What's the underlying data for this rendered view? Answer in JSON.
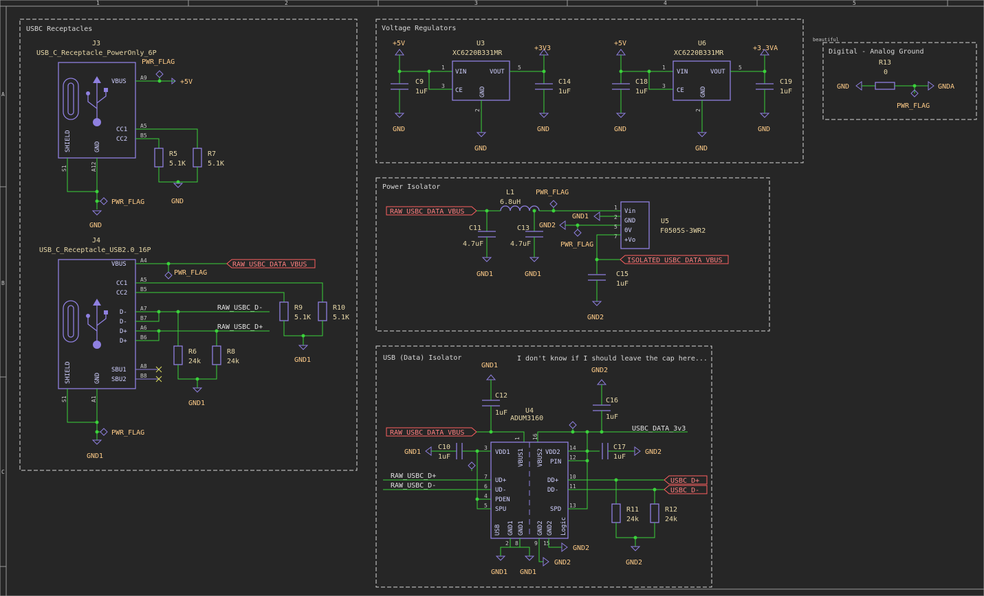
{
  "border": {
    "cols": [
      "1",
      "2",
      "3",
      "4",
      "5"
    ],
    "rows": [
      "A",
      "B",
      "C"
    ]
  },
  "sheets": {
    "usbc": "USBC Receptacles",
    "vreg": "Voltage Regulators",
    "piso": "Power Isolator",
    "diso": "USB (Data) Isolator",
    "dag": "Digital - Analog Ground"
  },
  "note_beautiful": "beautiful",
  "note_cap": "I don't know if I should leave the cap here...",
  "j3": {
    "ref": "J3",
    "val": "USB_C_Receptacle_PowerOnly_6P",
    "vbus": "VBUS",
    "cc1": "CC1",
    "cc2": "CC2",
    "shield": "SHIELD",
    "gnd": "GND",
    "a9": "A9",
    "a5": "A5",
    "b5": "B5",
    "s1": "S1",
    "a12": "A12"
  },
  "j4": {
    "ref": "J4",
    "val": "USB_C_Receptacle_USB2.0_16P",
    "vbus": "VBUS",
    "cc1": "CC1",
    "cc2": "CC2",
    "dm1": "D-",
    "dm2": "D-",
    "dp1": "D+",
    "dp2": "D+",
    "sbu1": "SBU1",
    "sbu2": "SBU2",
    "shield": "SHIELD",
    "gnd": "GND",
    "a4": "A4",
    "a5": "A5",
    "b5": "B5",
    "a7": "A7",
    "b7": "B7",
    "a6": "A6",
    "b6": "B6",
    "a8": "A8",
    "b8": "B8",
    "s1": "S1",
    "a1": "A1"
  },
  "r5": {
    "ref": "R5",
    "val": "5.1K"
  },
  "r7": {
    "ref": "R7",
    "val": "5.1K"
  },
  "r9": {
    "ref": "R9",
    "val": "5.1K"
  },
  "r10": {
    "ref": "R10",
    "val": "5.1K"
  },
  "r6": {
    "ref": "R6",
    "val": "24k"
  },
  "r8": {
    "ref": "R8",
    "val": "24k"
  },
  "r11": {
    "ref": "R11",
    "val": "24k"
  },
  "r12": {
    "ref": "R12",
    "val": "24k"
  },
  "r13": {
    "ref": "R13",
    "val": "0"
  },
  "u3": {
    "ref": "U3",
    "val": "XC6220B331MR",
    "vin": "VIN",
    "vout": "VOUT",
    "ce": "CE",
    "gnd": "GND",
    "p1": "1",
    "p3": "3",
    "p5": "5",
    "p2": "2"
  },
  "u6": {
    "ref": "U6",
    "val": "XC6220B331MR",
    "vin": "VIN",
    "vout": "VOUT",
    "ce": "CE",
    "gnd": "GND",
    "p1": "1",
    "p3": "3",
    "p5": "5",
    "p2": "2"
  },
  "c9": {
    "ref": "C9",
    "val": "1uF"
  },
  "c14": {
    "ref": "C14",
    "val": "1uF"
  },
  "c18": {
    "ref": "C18",
    "val": "1uF"
  },
  "c19": {
    "ref": "C19",
    "val": "1uF"
  },
  "c11": {
    "ref": "C11",
    "val": "4.7uF"
  },
  "c13": {
    "ref": "C13",
    "val": "4.7uF"
  },
  "c15": {
    "ref": "C15",
    "val": "1uF"
  },
  "c12": {
    "ref": "C12",
    "val": "1uF"
  },
  "c16": {
    "ref": "C16",
    "val": "1uF"
  },
  "c10": {
    "ref": "C10",
    "val": "1uF"
  },
  "c17": {
    "ref": "C17",
    "val": "1uF"
  },
  "l1": {
    "ref": "L1",
    "val": "6.8uH"
  },
  "u5": {
    "ref": "U5",
    "val": "F0505S-3WR2",
    "vin": "Vin",
    "gnd": "GND",
    "ov": "0V",
    "vo": "+Vo",
    "p1": "1",
    "p2": "2",
    "p5": "5",
    "p7": "7"
  },
  "u4": {
    "ref": "U4",
    "val": "ADUM3160",
    "vdd1": "VDD1",
    "vbus1": "VBUS1",
    "vbus2": "VBUS2",
    "vdd2": "VDD2",
    "pin": "PIN",
    "udp": "UD+",
    "udm": "UD-",
    "pden": "PDEN",
    "spu": "SPU",
    "ddp": "DD+",
    "ddm": "DD-",
    "spd": "SPD",
    "usb": "USB",
    "gnd1a": "GND1",
    "gnd1b": "GND1",
    "gnd2a": "GND2",
    "gnd2b": "GND2",
    "logic": "Logic",
    "p1": "1",
    "p3": "3",
    "p7": "7",
    "p6": "6",
    "p4": "4",
    "p5": "5",
    "p16": "16",
    "p14": "14",
    "p12": "12",
    "p10": "10",
    "p11": "11",
    "p13": "13",
    "p2": "2",
    "p8": "8",
    "p9": "9",
    "p15": "15"
  },
  "pwr": {
    "p5v": "+5V",
    "p3v3": "+3V3",
    "p3v3a": "+3.3VA",
    "gnd": "GND",
    "gnd1": "GND1",
    "gnd2": "GND2",
    "gnda": "GNDA",
    "flag": "PWR_FLAG"
  },
  "nets": {
    "raw_vbus": "RAW_USBC_DATA_VBUS",
    "iso_vbus": "ISOLATED_USBC_DATA_VBUS",
    "raw_dm": "RAW_USBC_D-",
    "raw_dp": "RAW_USBC_D+",
    "usbc_3v3": "USBC_DATA_3v3",
    "usbc_dp": "USBC_D+",
    "usbc_dm": "USBC_D-"
  }
}
